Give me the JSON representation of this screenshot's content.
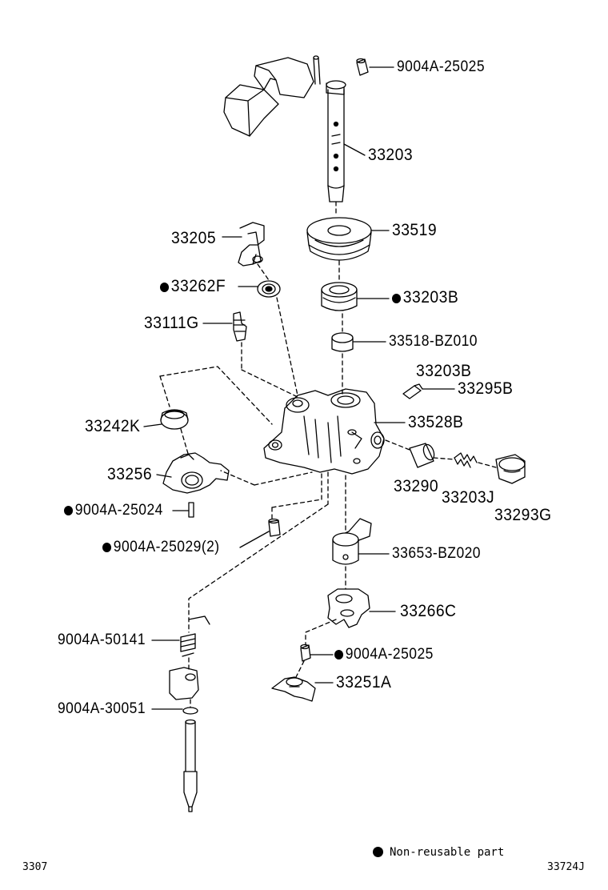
{
  "parts": {
    "p_9004a_25025_top": {
      "label": "9004A-25025",
      "non_reusable": false
    },
    "p_33203": {
      "label": "33203",
      "non_reusable": false
    },
    "p_33519": {
      "label": "33519",
      "non_reusable": false
    },
    "p_33205": {
      "label": "33205",
      "non_reusable": false
    },
    "p_33262f": {
      "label": "33262F",
      "non_reusable": true
    },
    "p_33203b_a": {
      "label": "33203B",
      "non_reusable": true
    },
    "p_33111g": {
      "label": "33111G",
      "non_reusable": false
    },
    "p_33518": {
      "label": "33518-BZ010",
      "non_reusable": false
    },
    "p_33203b_b": {
      "label": "33203B",
      "non_reusable": false
    },
    "p_33295b": {
      "label": "33295B",
      "non_reusable": false
    },
    "p_33242k": {
      "label": "33242K",
      "non_reusable": false
    },
    "p_33528b": {
      "label": "33528B",
      "non_reusable": false
    },
    "p_33256": {
      "label": "33256",
      "non_reusable": false
    },
    "p_33290": {
      "label": "33290",
      "non_reusable": false
    },
    "p_33203j": {
      "label": "33203J",
      "non_reusable": false
    },
    "p_33293g": {
      "label": "33293G",
      "non_reusable": false
    },
    "p_9004a_25024": {
      "label": "9004A-25024",
      "non_reusable": true
    },
    "p_9004a_25029": {
      "label": "9004A-25029(2)",
      "non_reusable": true
    },
    "p_33653": {
      "label": "33653-BZ020",
      "non_reusable": false
    },
    "p_33266c": {
      "label": "33266C",
      "non_reusable": false
    },
    "p_9004a_50141": {
      "label": "9004A-50141",
      "non_reusable": false
    },
    "p_9004a_25025_low": {
      "label": "9004A-25025",
      "non_reusable": true
    },
    "p_33251a": {
      "label": "33251A",
      "non_reusable": false
    },
    "p_9004a_30051": {
      "label": "9004A-30051",
      "non_reusable": false
    }
  },
  "legend": {
    "text": "Non-reusable part",
    "symbol": "filled-circle"
  },
  "page_ref_left": "3307",
  "page_ref_right": "33724J"
}
